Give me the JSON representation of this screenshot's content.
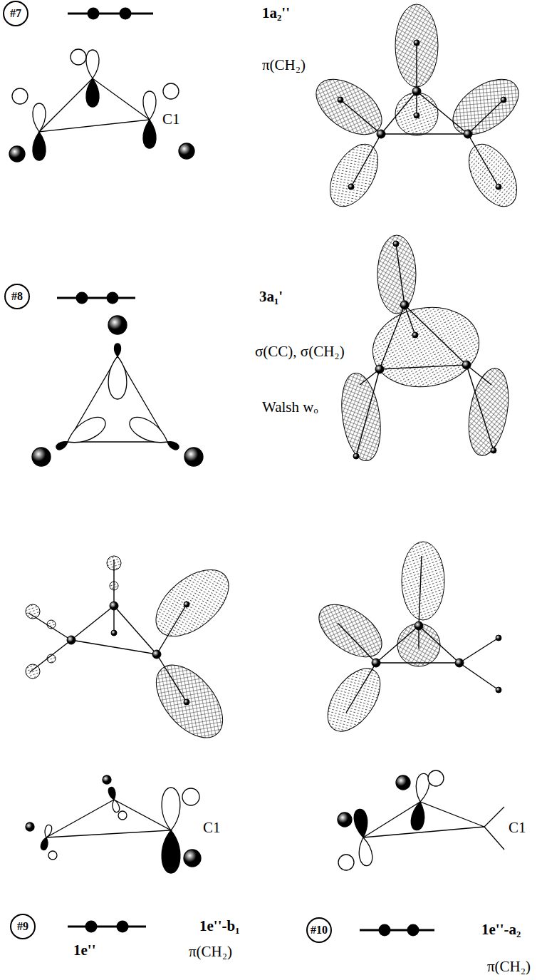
{
  "diagram": {
    "nodes": [
      {
        "text": [
          "#7"
        ]
      },
      {
        "text": [
          "#8"
        ]
      },
      {
        "text": [
          "#9"
        ]
      },
      {
        "text": [
          "#10"
        ]
      }
    ],
    "labels": [
      "1a₂''",
      "π(CH₂)",
      "C1",
      "3a₁'",
      "σ(CC), σ(CH₂)",
      "Walsh wₒ",
      "C1",
      "C1",
      "1e''-b₁",
      "1e''",
      "π(CH₂)",
      "1e''-a₂",
      "π(CH₂)"
    ]
  }
}
